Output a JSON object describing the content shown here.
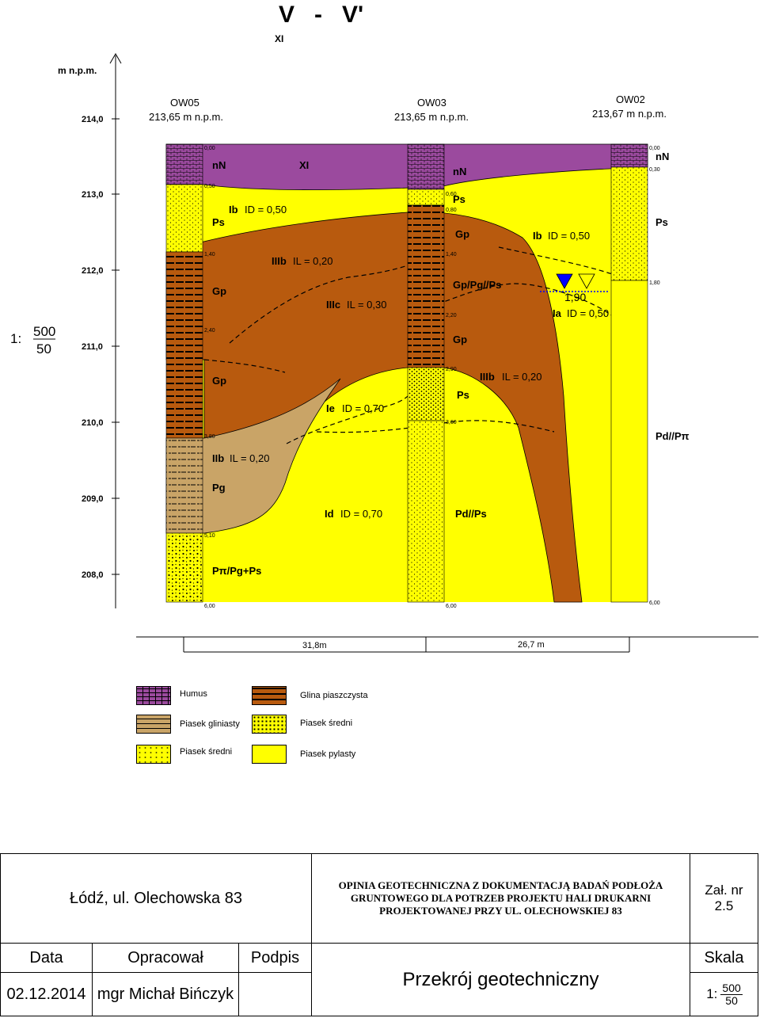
{
  "header": {
    "title": "V   -   V'",
    "subtitle": "XI",
    "unit": "m n.p.m."
  },
  "axis": {
    "ticks": [
      "214,0",
      "213,0",
      "212,0",
      "211,0",
      "210,0",
      "209,0",
      "208,0"
    ]
  },
  "scale": {
    "prefix": "1:",
    "num": "500",
    "den": "50"
  },
  "boreholes": [
    {
      "name": "OW05",
      "elev": "213,65 m n.p.m.",
      "depths": [
        "0,00",
        "0,50",
        "1,40",
        "2,40",
        "3,80",
        "5,10",
        "6,00"
      ]
    },
    {
      "name": "OW03",
      "elev": "213,65 m n.p.m.",
      "depths": [
        "0,60",
        "0,80",
        "1,40",
        "2,20",
        "2,90",
        "3,60",
        "6,00"
      ]
    },
    {
      "name": "OW02",
      "elev": "213,67 m n.p.m.",
      "depths": [
        "0,00",
        "0,30",
        "1,80",
        "6,00"
      ]
    }
  ],
  "labels": {
    "nn1": "nN",
    "xi": "XI",
    "nn2": "nN",
    "nn3": "nN",
    "ps1": "Ps",
    "ib1": "Ib",
    "ib1v": "ID = 0,50",
    "ps2": "Ps",
    "gp2": "Gp",
    "ib2": "Ib",
    "ib2v": "ID = 0,50",
    "ps3": "Ps",
    "iiib1": "IIIb",
    "iiib1v": "IL = 0,20",
    "gp1": "Gp",
    "iiic": "IIIc",
    "iiicv": "IL = 0,30",
    "gppg": "Gp/Pg//Ps",
    "gp3": "Gp",
    "wl": "1,90",
    "ia": "Ia",
    "iav": "ID = 0,50",
    "gp4": "Gp",
    "iiib2": "IIIb",
    "iiib2v": "IL = 0,20",
    "ps4": "Ps",
    "ie": "Ie",
    "iev": "ID = 0,70",
    "pdpi": "Pd//Pπ",
    "iib": "IIb",
    "iibv": "IL = 0,20",
    "pg": "Pg",
    "id": "Id",
    "idv": "ID = 0,70",
    "pdps": "Pd//Ps",
    "ppgps": "Pπ/Pg+Ps"
  },
  "distances": [
    "31,8m",
    "26,7 m"
  ],
  "legend": [
    {
      "label": "Humus"
    },
    {
      "label": "Glina piaszczysta"
    },
    {
      "label": "Piasek gliniasty"
    },
    {
      "label": "Piasek średni"
    },
    {
      "label": "Piasek średni"
    },
    {
      "label": "Piasek pylasty"
    }
  ],
  "colors": {
    "humus": "#9b4a9e",
    "clay": "#b85a0e",
    "loamySand": "#c9a467",
    "sand": "#ffff00",
    "water": "#0000ff"
  },
  "titleblock": {
    "location": "Łódź, ul. Olechowska 83",
    "opinion": "OPINIA GEOTECHNICZNA Z DOKUMENTACJĄ BADAŃ PODŁOŻA GRUNTOWEGO DLA POTRZEB PROJEKTU HALI DRUKARNI PROJEKTOWANEJ PRZY UL. OLECHOWSKIEJ 83",
    "zal": "Zał. nr",
    "zalnr": "2.5",
    "h_data": "Data",
    "h_author": "Opracował",
    "h_sign": "Podpis",
    "h_scale": "Skala",
    "date": "02.12.2014",
    "author": "mgr Michał Bińczyk",
    "drawing": "Przekrój geotechniczny",
    "scale_prefix": "1:",
    "scale_num": "500",
    "scale_den": "50"
  }
}
